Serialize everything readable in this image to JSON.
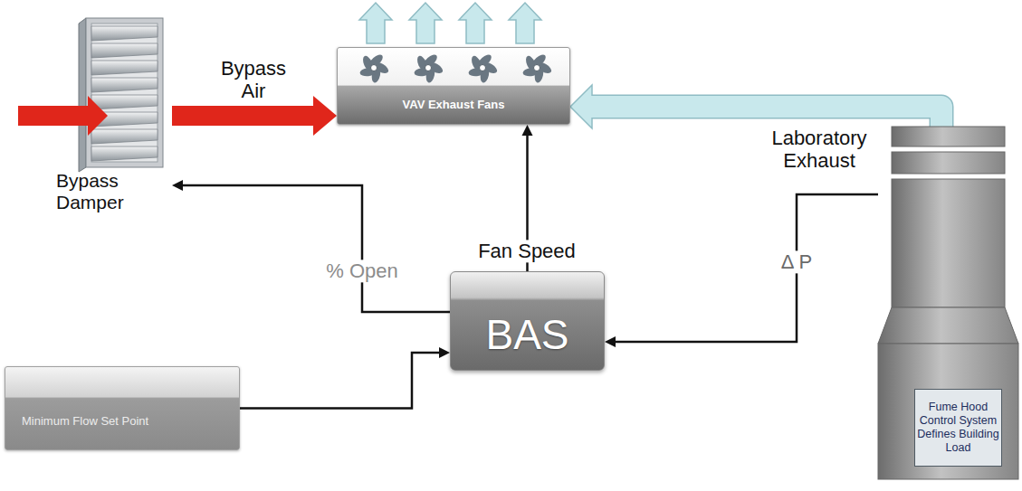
{
  "diagram": {
    "nodes": [
      {
        "text": [
          "Bypass Damper"
        ]
      },
      {
        "text": [
          "VAV Exhaust Fans"
        ]
      },
      {
        "text": [
          "BAS"
        ]
      },
      {
        "text": [
          "Minimum Flow Set Point"
        ]
      },
      {
        "text": [
          "Fume Hood Control System Defines Building Load"
        ]
      }
    ],
    "edges": [
      {
        "from": 0,
        "to": 1,
        "label": "Bypass Air",
        "arrow": "to"
      },
      {
        "from": 4,
        "to": 1,
        "label": "Laboratory Exhaust",
        "arrow": "to"
      },
      {
        "from": 2,
        "to": 0,
        "label": "% Open",
        "arrow": "to"
      },
      {
        "from": 2,
        "to": 1,
        "label": "Fan Speed",
        "arrow": "to"
      },
      {
        "from": 4,
        "to": 2,
        "label": "Δ P",
        "arrow": "to"
      },
      {
        "from": 3,
        "to": 2,
        "arrow": "to"
      }
    ]
  }
}
